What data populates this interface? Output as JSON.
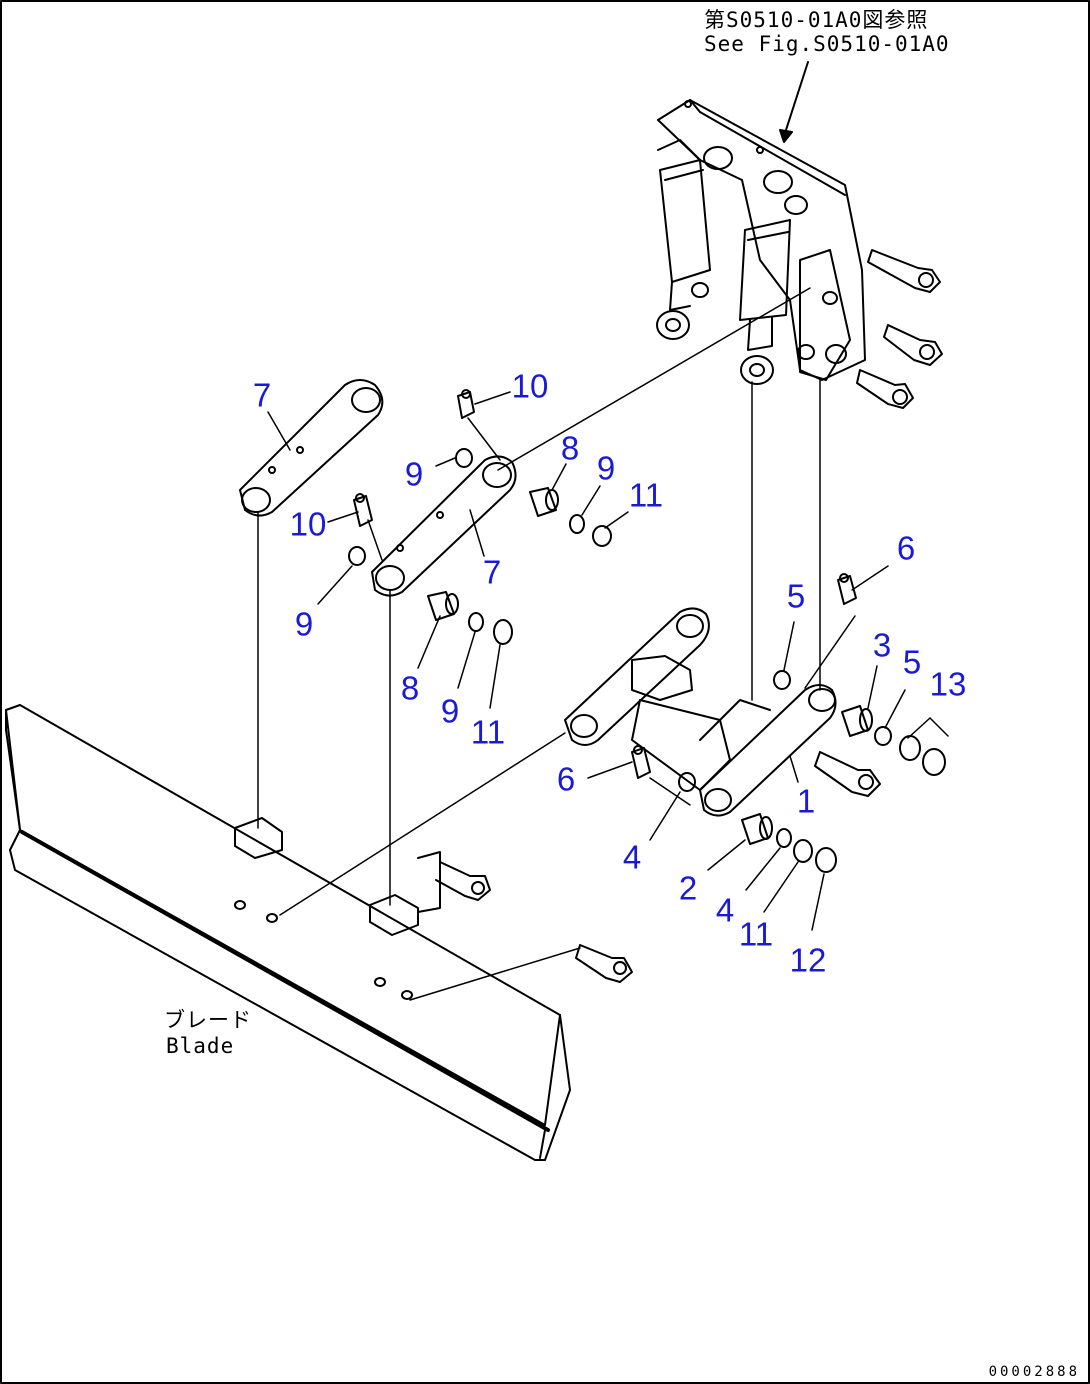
{
  "reference": {
    "line_jp": "第S0510-01A0図参照",
    "line_en": "See Fig.S0510-01A0"
  },
  "blade_label": {
    "jp": "ブレード",
    "en": "Blade"
  },
  "callouts": [
    "7",
    "10",
    "9",
    "8",
    "9",
    "11",
    "10",
    "7",
    "9",
    "8",
    "9",
    "11",
    "6",
    "5",
    "3",
    "5",
    "13",
    "6",
    "1",
    "4",
    "2",
    "4",
    "11",
    "12"
  ],
  "drawing_code": "00002888"
}
